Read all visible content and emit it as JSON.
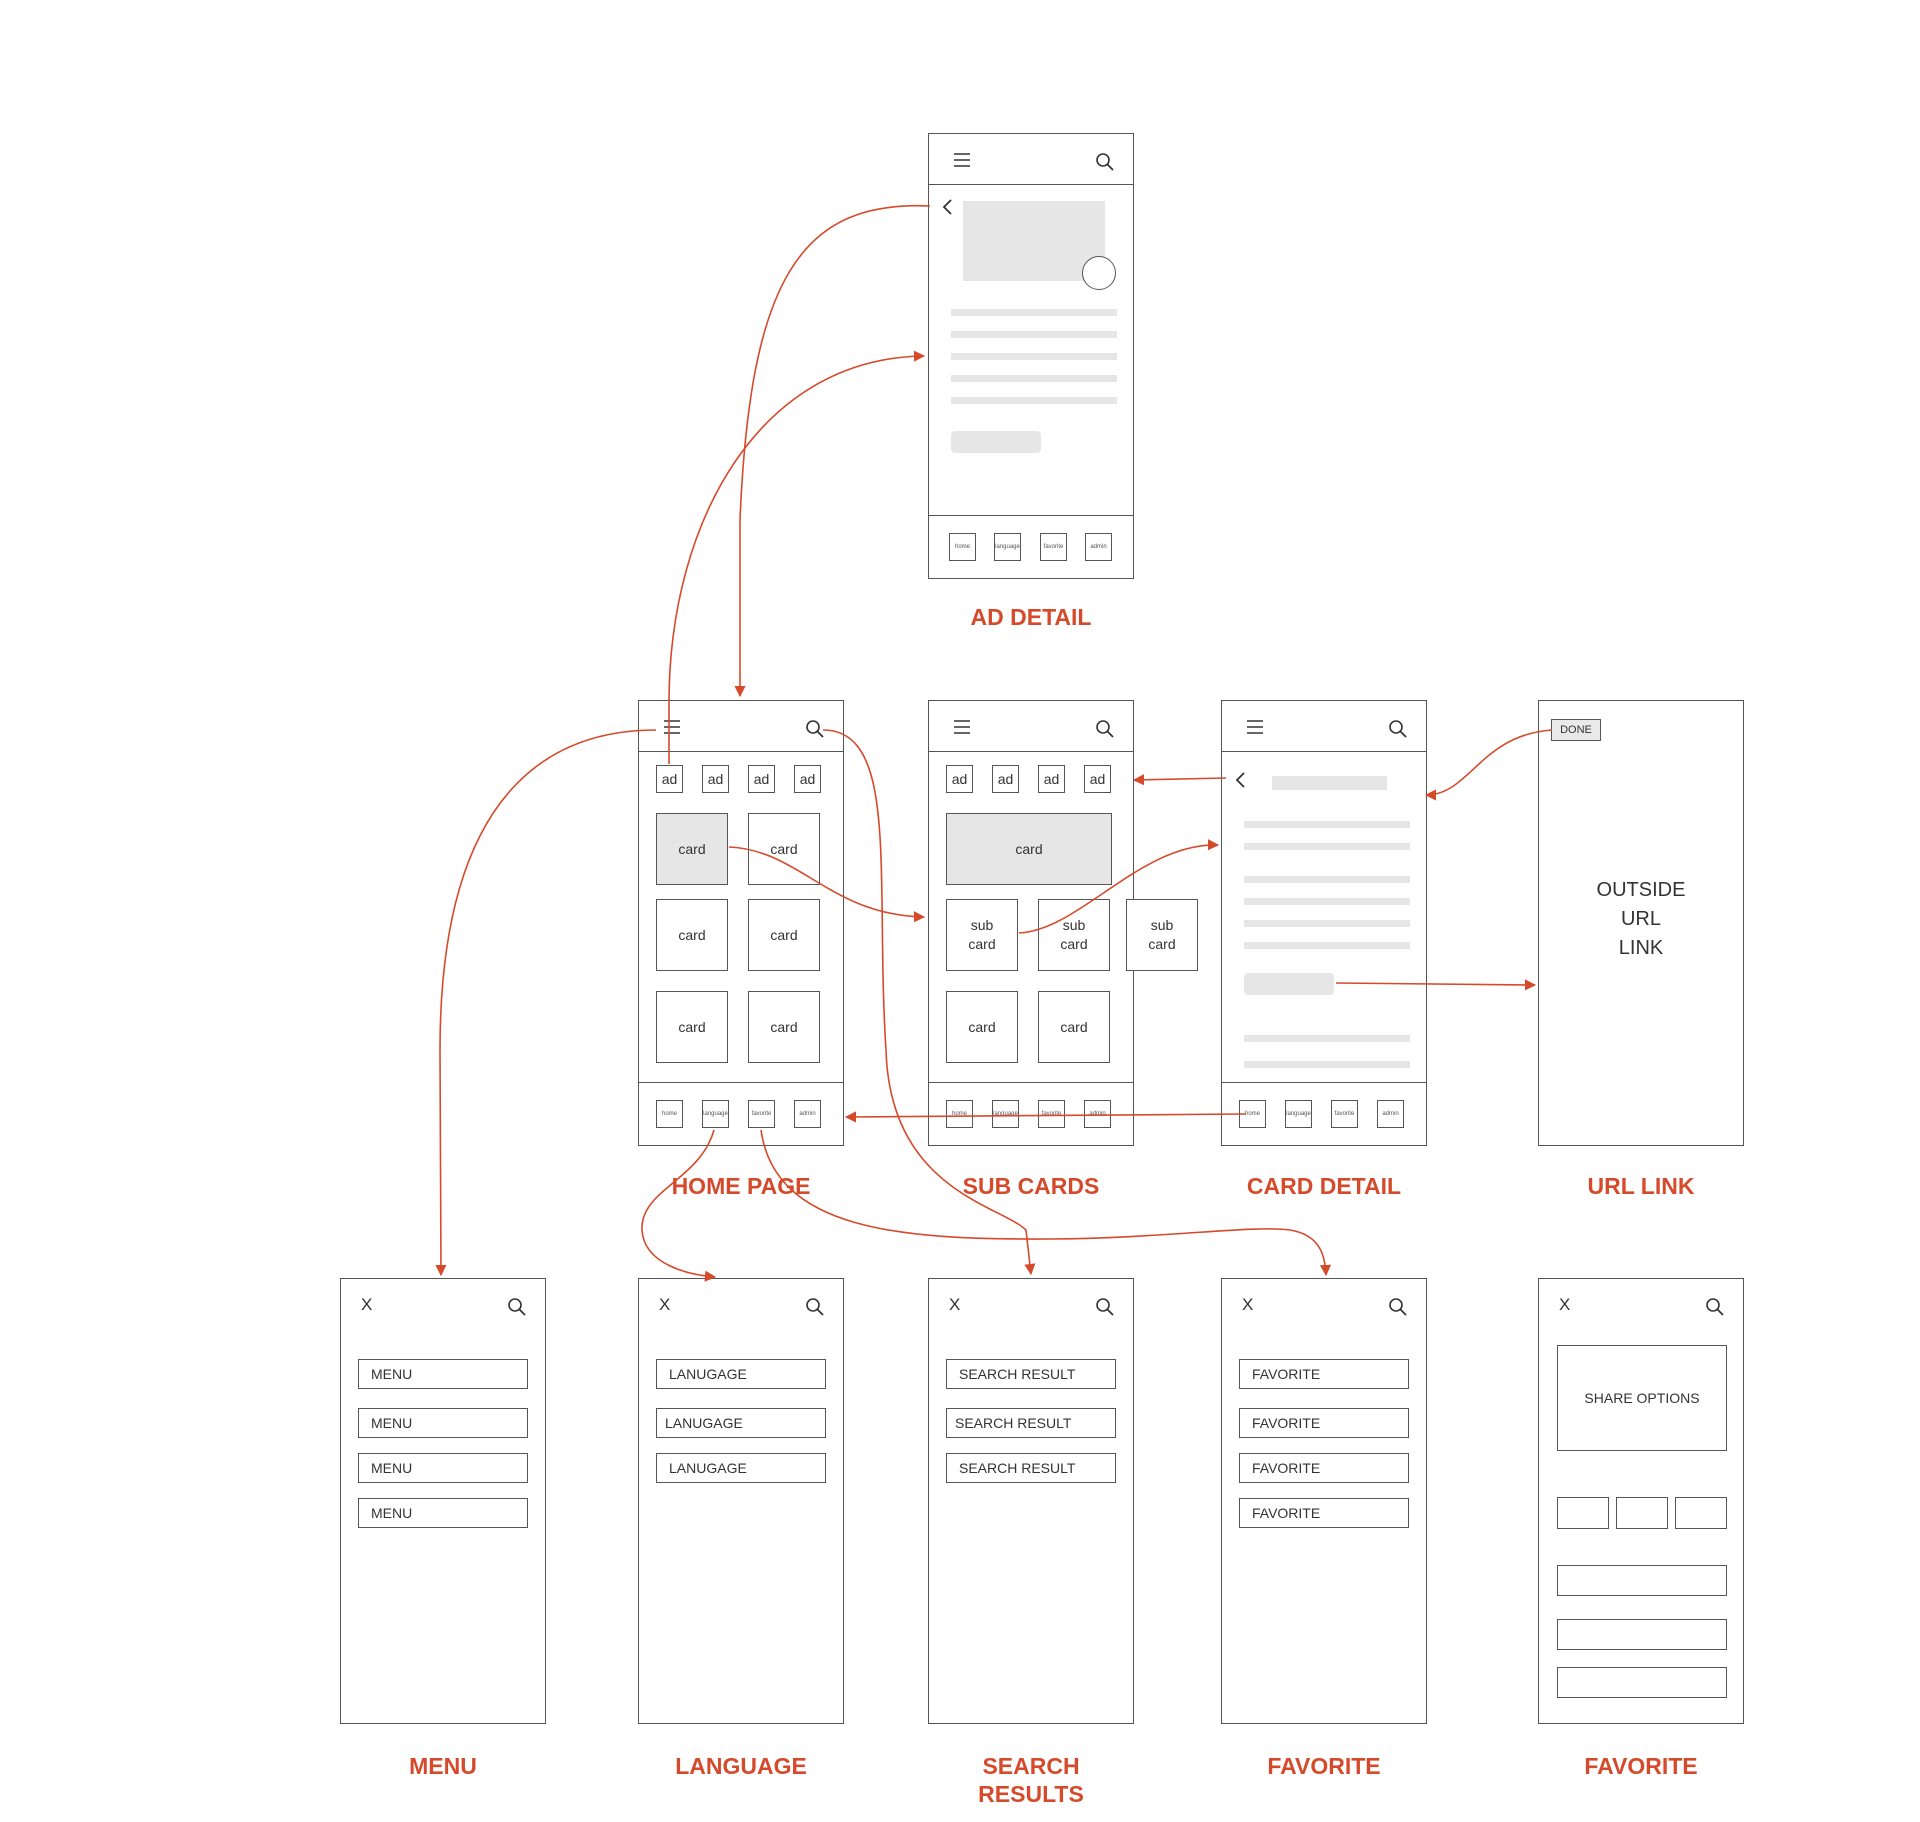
{
  "labels": {
    "ad_detail": "AD DETAIL",
    "home_page": "HOME PAGE",
    "sub_cards": "SUB CARDS",
    "card_detail": "CARD DETAIL",
    "url_link": "URL LINK",
    "menu": "MENU",
    "language": "LANGUAGE",
    "search_results": "SEARCH\nRESULTS",
    "favorite": "FAVORITE",
    "share_favorite": "FAVORITE"
  },
  "nav": {
    "home": "home",
    "language": "language",
    "favorite": "favorite",
    "admin": "admin"
  },
  "ads": [
    "ad",
    "ad",
    "ad",
    "ad"
  ],
  "home_cards": [
    "card",
    "card",
    "card",
    "card",
    "card",
    "card"
  ],
  "sub_cards": {
    "top": "card",
    "subs": [
      "sub\ncard",
      "sub\ncard",
      "sub\ncard"
    ],
    "bottom": [
      "card",
      "card"
    ]
  },
  "url_link": {
    "done": "DONE",
    "text": "OUTSIDE\nURL\nLINK"
  },
  "close_glyph": "X",
  "menu_items": [
    "MENU",
    "MENU",
    "MENU",
    "MENU"
  ],
  "language_items": [
    "LANUGAGE",
    "LANUGAGE",
    "LANUGAGE"
  ],
  "search_items": [
    "SEARCH RESULT",
    "SEARCH RESULT",
    "SEARCH RESULT"
  ],
  "favorite_items": [
    "FAVORITE",
    "FAVORITE",
    "FAVORITE",
    "FAVORITE"
  ],
  "share": {
    "options": "SHARE OPTIONS"
  },
  "colors": {
    "accent": "#d64a2c",
    "line": "#555555",
    "placeholder": "#e6e6e6"
  },
  "icons": [
    "hamburger-icon",
    "search-icon",
    "back-chevron-icon",
    "close-icon"
  ]
}
